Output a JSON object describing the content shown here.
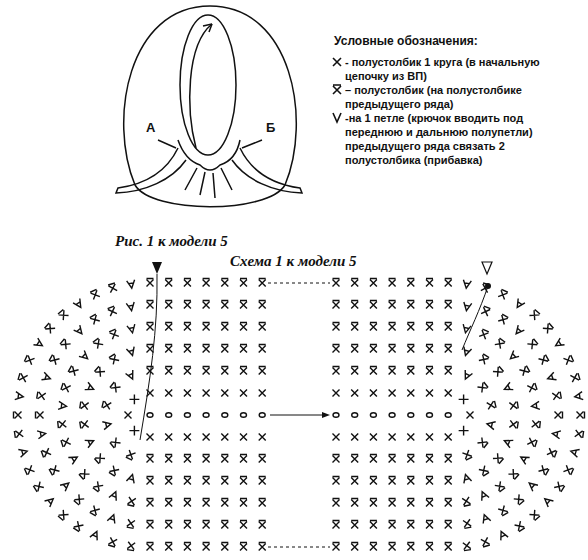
{
  "diagram": {
    "title": "Схема 1 к модели 5",
    "caption": "Рис. 1 к модели 5",
    "labels": [
      "А",
      "Б",
      "Условные обозначения:"
    ],
    "legend": [
      {
        "text": "- полустолбик 1 круга (в начальную цепочку из ВП)"
      },
      {
        "text": "– полустолбик (на полустолбике предыдущего ряда)"
      },
      {
        "text": "-на 1 петле (крючок вводить под переднюю и дальнюю полупетли) предыдущего ряда связать 2 полустолбика (прибавка)"
      }
    ]
  }
}
